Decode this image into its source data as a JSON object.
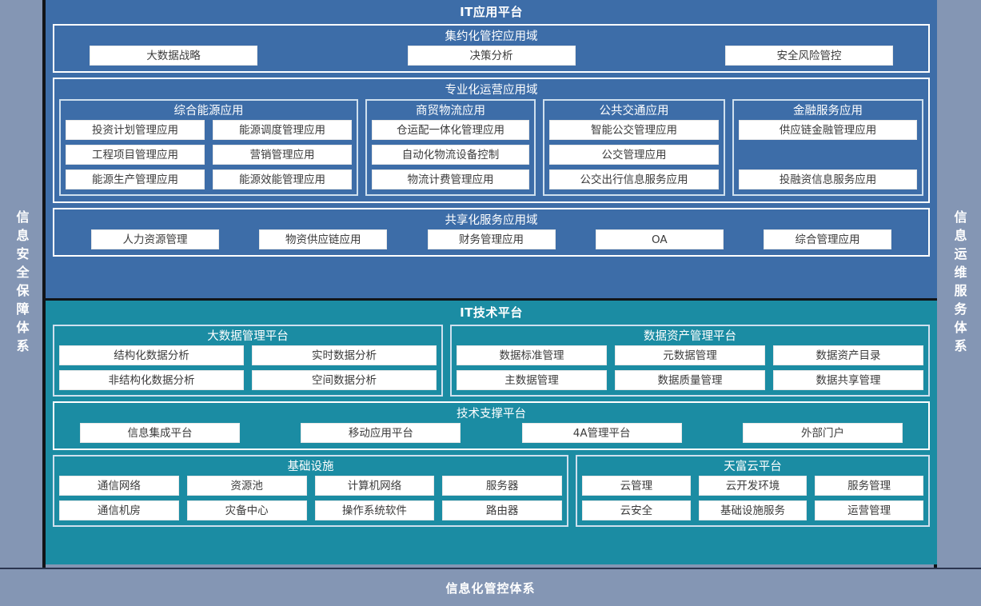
{
  "side_panels": {
    "left": "信息安全保障体系",
    "right": "信息运维服务体系"
  },
  "bottom_bar": {
    "label": "信息化管控体系"
  },
  "application_platform": {
    "title": "IT应用平台",
    "intensive_domain": {
      "title": "集约化管控应用域",
      "items": [
        "大数据战略",
        "决策分析",
        "安全风险管控"
      ]
    },
    "professional_domain": {
      "title": "专业化运营应用域",
      "groups": [
        {
          "title": "综合能源应用",
          "rows": [
            [
              "投资计划管理应用",
              "能源调度管理应用"
            ],
            [
              "工程项目管理应用",
              "营销管理应用"
            ],
            [
              "能源生产管理应用",
              "能源效能管理应用"
            ]
          ]
        },
        {
          "title": "商贸物流应用",
          "items": [
            "仓运配一体化管理应用",
            "自动化物流设备控制",
            "物流计费管理应用"
          ]
        },
        {
          "title": "公共交通应用",
          "items": [
            "智能公交管理应用",
            "公交管理应用",
            "公交出行信息服务应用"
          ]
        },
        {
          "title": "金融服务应用",
          "items": [
            "供应链金融管理应用",
            "",
            "投融资信息服务应用"
          ]
        }
      ]
    },
    "shared_domain": {
      "title": "共享化服务应用域",
      "items": [
        "人力资源管理",
        "物资供应链应用",
        "财务管理应用",
        "OA",
        "综合管理应用"
      ]
    }
  },
  "technology_platform": {
    "title": "IT技术平台",
    "bigdata_platform": {
      "title": "大数据管理平台",
      "rows": [
        [
          "结构化数据分析",
          "实时数据分析"
        ],
        [
          "非结构化数据分析",
          "空间数据分析"
        ]
      ]
    },
    "data_asset_platform": {
      "title": "数据资产管理平台",
      "rows": [
        [
          "数据标准管理",
          "元数据管理",
          "数据资产目录"
        ],
        [
          "主数据管理",
          "数据质量管理",
          "数据共享管理"
        ]
      ]
    },
    "support_platform": {
      "title": "技术支撑平台",
      "items": [
        "信息集成平台",
        "移动应用平台",
        "4A管理平台",
        "外部门户"
      ]
    },
    "infrastructure": {
      "title": "基础设施",
      "rows": [
        [
          "通信网络",
          "资源池",
          "计算机网络",
          "服务器"
        ],
        [
          "通信机房",
          "灾备中心",
          "操作系统软件",
          "路由器"
        ]
      ]
    },
    "cloud_platform": {
      "title": "天富云平台",
      "rows": [
        [
          "云管理",
          "云开发环境",
          "服务管理"
        ],
        [
          "云安全",
          "基础设施服务",
          "运营管理"
        ]
      ]
    }
  },
  "colors": {
    "application_blue": "#3d6da8",
    "technology_teal": "#1b8ca3",
    "panel_gray": "#8496b4",
    "chip_white": "#ffffff",
    "rule_black": "#111418"
  }
}
